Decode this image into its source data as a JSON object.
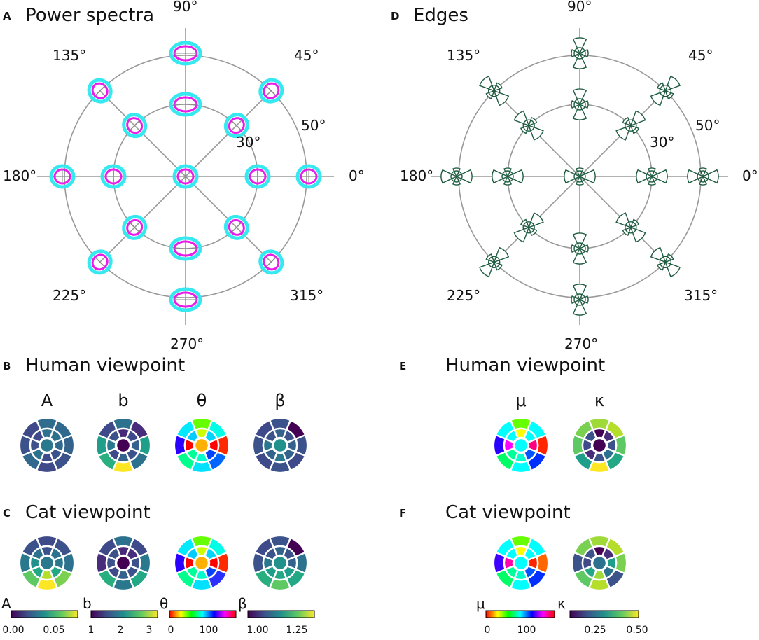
{
  "panels": {
    "A": {
      "letter": "A",
      "title": "Power spectra"
    },
    "D": {
      "letter": "D",
      "title": "Edges"
    },
    "B": {
      "letter": "B",
      "title": "Human viewpoint",
      "params": [
        "A",
        "b",
        "θ",
        "β"
      ]
    },
    "C": {
      "letter": "C",
      "title": "Cat viewpoint"
    },
    "E": {
      "letter": "E",
      "title": "Human viewpoint",
      "params": [
        "μ",
        "κ"
      ]
    },
    "F": {
      "letter": "F",
      "title": "Cat viewpoint"
    }
  },
  "polar_labels": {
    "angles": [
      "0°",
      "45°",
      "90°",
      "135°",
      "180°",
      "225°",
      "270°",
      "315°"
    ],
    "eccentricities": [
      "30°",
      "50°"
    ]
  },
  "colorbars": [
    {
      "symbol": "A",
      "ticks": [
        "0.00",
        "0.05"
      ],
      "colormap": "viridis"
    },
    {
      "symbol": "b",
      "ticks": [
        "1",
        "2",
        "3"
      ],
      "colormap": "viridis"
    },
    {
      "symbol": "θ",
      "ticks": [
        "0",
        "100"
      ],
      "colormap": "hsv"
    },
    {
      "symbol": "β",
      "ticks": [
        "1.00",
        "1.25"
      ],
      "colormap": "viridis"
    },
    {
      "symbol": "μ",
      "ticks": [
        "0",
        "100"
      ],
      "colormap": "hsv"
    },
    {
      "symbol": "κ",
      "ticks": [
        "0.25",
        "0.50"
      ],
      "colormap": "viridis"
    }
  ],
  "colors": {
    "power_outer": "#36e8ef",
    "power_inner": "#e81ee8",
    "edges": "#1f5c40",
    "grid": "#999999"
  },
  "disks": {
    "human": {
      "A": [
        [
          "#33638d",
          "#31688e",
          "#2f6c8e",
          "#3e4a89",
          "#3b528b",
          "#31688e",
          "#3e4a89",
          "#3b528b"
        ],
        [
          "#31688e",
          "#2d708e",
          "#2c728e",
          "#3e4a89",
          "#3b528b",
          "#2c728e",
          "#3e4a89",
          "#3b528b"
        ],
        "#2a788e"
      ],
      "b": [
        [
          "#1f9e89",
          "#472d7b",
          "#2c728e",
          "#3e4a89",
          "#1f9e89",
          "#29af7f",
          "#fde725",
          "#2c728e"
        ],
        [
          "#33638d",
          "#3e4a89",
          "#482878",
          "#3b528b",
          "#2a788e",
          "#3e4a89",
          "#33638d",
          "#3b528b"
        ],
        "#440154"
      ],
      "theta": [
        [
          "#ff2a00",
          "#00ffe6",
          "#66ff00",
          "#00eaff",
          "#2a00ff",
          "#00ff8c",
          "#00e1ff",
          "#0066ff"
        ],
        [
          "#ff0000",
          "#00d4ff",
          "#ccff00",
          "#00ccff",
          "#ff0000",
          "#00ff99",
          "#00ffcc",
          "#0044ff"
        ],
        "#ffb000"
      ],
      "beta": [
        [
          "#3b528b",
          "#440154",
          "#3b528b",
          "#3e4a89",
          "#3b528b",
          "#3e4a89",
          "#3b528b",
          "#3e4a89"
        ],
        [
          "#33638d",
          "#3b528b",
          "#33638d",
          "#3b528b",
          "#2a788e",
          "#33638d",
          "#2a788e",
          "#33638d"
        ],
        "#21918c"
      ],
      "mu": [
        [
          "#ff2600",
          "#00ffff",
          "#66ff00",
          "#00ffff",
          "#2a00ff",
          "#00ff66",
          "#00ffff",
          "#0030ff"
        ],
        [
          "#ff0080",
          "#00ffff",
          "#ffff00",
          "#00ffff",
          "#ff00ff",
          "#00ff99",
          "#00ffcc",
          "#0055ff"
        ],
        "#00ffff"
      ],
      "kappa": [
        [
          "#5ec962",
          "#b5de2b",
          "#a0da39",
          "#7ad151",
          "#5ec962",
          "#1f9e89",
          "#fde725",
          "#22a884"
        ],
        [
          "#3b528b",
          "#472d7b",
          "#440154",
          "#3b528b",
          "#3e4a89",
          "#472d7b",
          "#3b528b",
          "#2c728e"
        ],
        "#440154"
      ]
    },
    "cat": {
      "A": [
        [
          "#2c728e",
          "#3b528b",
          "#3e4a89",
          "#3b528b",
          "#2a788e",
          "#5ec962",
          "#fde725",
          "#7ad151"
        ],
        [
          "#2a788e",
          "#2c728e",
          "#3b528b",
          "#2c728e",
          "#21918c",
          "#22a884",
          "#b5de2b",
          "#22a884"
        ],
        "#2a788e"
      ],
      "b": [
        [
          "#2a788e",
          "#3e4a89",
          "#2c728e",
          "#3e4a89",
          "#472d7b",
          "#29af7f",
          "#2a788e",
          "#22a884"
        ],
        [
          "#3b528b",
          "#472d7b",
          "#482878",
          "#3b528b",
          "#3b528b",
          "#3e4a89",
          "#33638d",
          "#3b528b"
        ],
        "#440154"
      ],
      "theta": [
        [
          "#ff2a00",
          "#00ffe6",
          "#66ff00",
          "#00eaff",
          "#2a00ff",
          "#00ff8c",
          "#00e1ff",
          "#2a30ff"
        ],
        [
          "#ff0000",
          "#00d4ff",
          "#ccff00",
          "#00ccff",
          "#ff0000",
          "#00ff99",
          "#00ffcc",
          "#0044ff"
        ],
        "#ffb000"
      ],
      "beta": [
        [
          "#2c728e",
          "#440154",
          "#3b528b",
          "#3e4a89",
          "#3b528b",
          "#29af7f",
          "#5ec962",
          "#22a884"
        ],
        [
          "#33638d",
          "#3b528b",
          "#33638d",
          "#3b528b",
          "#2a788e",
          "#1f9e89",
          "#22a884",
          "#1f9e89"
        ],
        "#21918c"
      ],
      "mu": [
        [
          "#ff6600",
          "#00ffff",
          "#66ff00",
          "#00ffff",
          "#4000ff",
          "#00ff66",
          "#00ffff",
          "#0030ff"
        ],
        [
          "#ff2200",
          "#00ffff",
          "#ffff00",
          "#00ffff",
          "#ff00aa",
          "#00ff99",
          "#00ffcc",
          "#0055ff"
        ],
        "#00ffff"
      ],
      "kappa": [
        [
          "#7ad151",
          "#b5de2b",
          "#a0da39",
          "#7ad151",
          "#3b528b",
          "#5ec962",
          "#b5de2b",
          "#3b528b"
        ],
        [
          "#1f9e89",
          "#472d7b",
          "#440154",
          "#3b528b",
          "#3e4a89",
          "#22a884",
          "#a0da39",
          "#2c728e"
        ],
        "#2c728e"
      ]
    }
  }
}
